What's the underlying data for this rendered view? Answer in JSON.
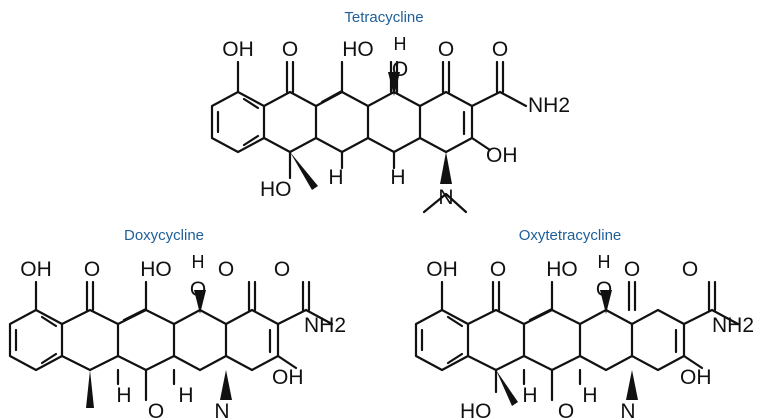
{
  "molecules": [
    {
      "name": "Tetracycline",
      "labels": {
        "oh_top_left": "OH",
        "o_top_1": "O",
        "ho_top": "HO",
        "h_top": "H",
        "o_top_2": "O",
        "o_top_3": "O",
        "o_amide": "O",
        "nh2": "NH2",
        "oh_right": "OH",
        "ho_bottom": "HO",
        "h_bottom_1": "H",
        "h_bottom_2": "H",
        "n": "N"
      }
    },
    {
      "name": "Doxycycline",
      "labels": {
        "oh_top_left": "OH",
        "o_top_1": "O",
        "ho_top": "HO",
        "h_top": "H",
        "o_top_2": "O",
        "o_top_3": "O",
        "o_amide": "O",
        "nh2": "NH2",
        "oh_right": "OH",
        "h_bottom_1": "H",
        "h_bottom_2": "H",
        "o_bottom": "O",
        "n": "N"
      }
    },
    {
      "name": "Oxytetracycline",
      "labels": {
        "oh_top_left": "OH",
        "o_top_1": "O",
        "ho_top": "HO",
        "h_top": "H",
        "o_top_2": "O",
        "o_top_3": "O",
        "o_amide": "O",
        "nh2": "NH2",
        "oh_right": "OH",
        "ho_bottom": "HO",
        "h_bottom_1": "H",
        "h_bottom_2": "H",
        "o_bottom": "O",
        "n": "N"
      }
    }
  ]
}
